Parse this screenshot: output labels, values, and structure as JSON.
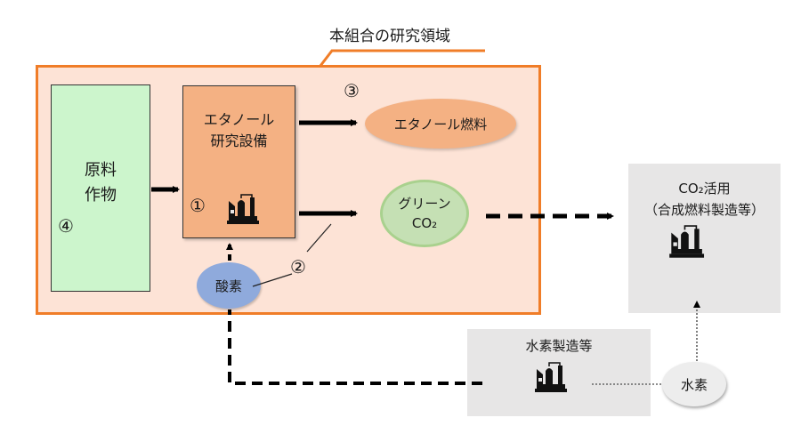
{
  "title": "本組合の研究領域",
  "nodes": {
    "crop": {
      "label_line1": "原料",
      "label_line2": "作物",
      "number": "④"
    },
    "ethanol_facility": {
      "label_line1": "エタノール",
      "label_line2": "研究設備",
      "number": "①",
      "icon": "factory-icon"
    },
    "ethanol_fuel": {
      "label": "エタノール燃料",
      "number": "③"
    },
    "green_co2": {
      "label_line1": "グリーン",
      "label_line2": "CO₂"
    },
    "oxygen": {
      "label": "酸素",
      "number": "②"
    },
    "co2_utilization": {
      "label_line1": "CO₂活用",
      "label_line2": "（合成燃料製造等）",
      "icon": "factory-icon"
    },
    "hydrogen_production": {
      "label": "水素製造等",
      "icon": "factory-icon"
    },
    "hydrogen": {
      "label": "水素"
    }
  },
  "colors": {
    "region_border": "#f07d28",
    "region_fill": "#fde3d6",
    "crop_fill": "#ccf5cc",
    "ethanol_fill": "#f4b183",
    "co2_fill": "#c5e0b4",
    "oxygen_fill": "#8faadc",
    "external_fill": "#e7e6e6"
  }
}
